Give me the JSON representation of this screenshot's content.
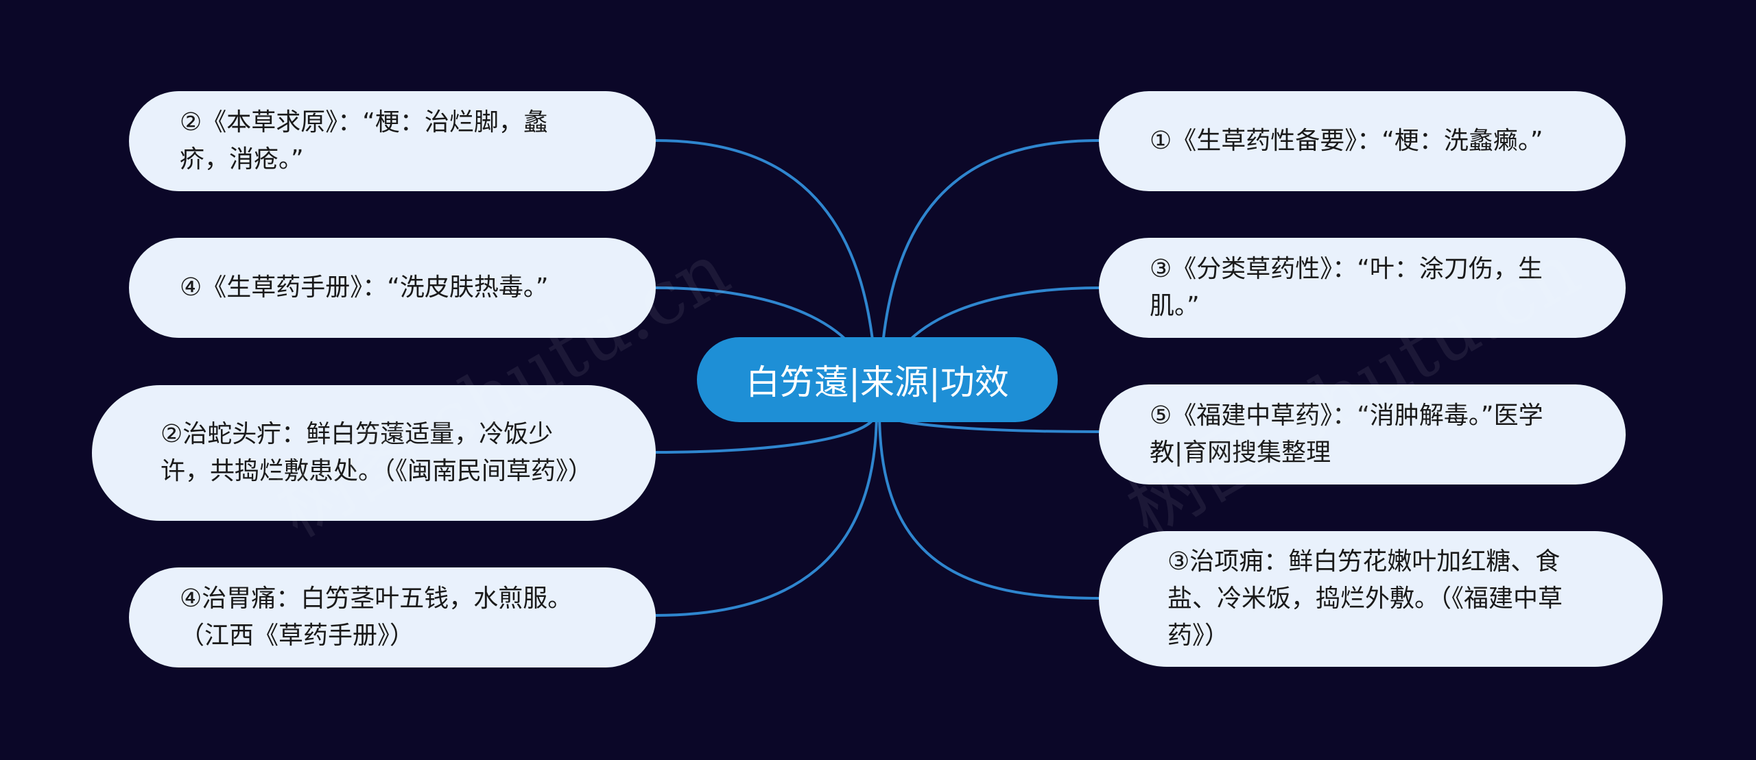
{
  "center": {
    "title": "白竻薳|来源|功效"
  },
  "nodes": {
    "l1": "②《本草求原》：“梗：治烂脚，蠡疥，消疮。”",
    "l2": "④《生草药手册》：“洗皮肤热毒。”",
    "l3": "②治蛇头疔：鲜白竻薳适量，冷饭少许，共捣烂敷患处。（《闽南民间草药》）",
    "l4": "④治胃痛：白竻茎叶五钱，水煎服。（江西《草药手册》）",
    "r1": "①《生草药性备要》：“梗：洗蠡癞。”",
    "r2": "③《分类草药性》：“叶：涂刀伤，生肌。”",
    "r3": "⑤《福建中草药》：“消肿解毒。”医学教|育网搜集整理",
    "r4": "③治项痈：鲜白竻花嫩叶加红糖、食盐、冷米饭，捣烂外敷。（《福建中草药》）"
  },
  "watermark": {
    "text": "树图 shutu.cn"
  },
  "colors": {
    "background": "#0b0728",
    "center_fill": "#1e8fd6",
    "node_fill": "#e9f1fc",
    "connector": "#2f86cf"
  }
}
